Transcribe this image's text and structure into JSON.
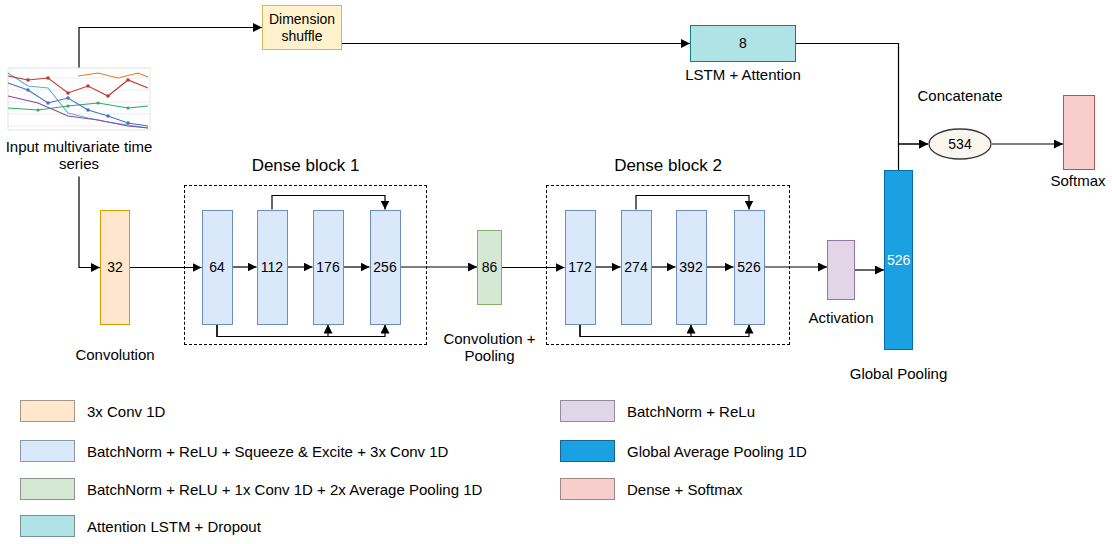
{
  "diagram": {
    "nodes": [
      {
        "text": [
          "Input multivariate time series"
        ]
      },
      {
        "text": [
          "Dimension shuffle"
        ]
      },
      {
        "text": [
          "8",
          "LSTM + Attention"
        ]
      },
      {
        "text": [
          "Concatenate",
          "534"
        ]
      },
      {
        "text": [
          "Softmax"
        ]
      },
      {
        "text": [
          "32",
          "Convolution"
        ]
      },
      {
        "text": [
          "Dense block 1"
        ]
      },
      {
        "text": [
          "64"
        ],
        "in": 6
      },
      {
        "text": [
          "112"
        ],
        "in": 6
      },
      {
        "text": [
          "176"
        ],
        "in": 6
      },
      {
        "text": [
          "256"
        ],
        "in": 6
      },
      {
        "text": [
          "86",
          "Convolution + Pooling"
        ]
      },
      {
        "text": [
          "Dense block 2"
        ]
      },
      {
        "text": [
          "172"
        ],
        "in": 12
      },
      {
        "text": [
          "274"
        ],
        "in": 12
      },
      {
        "text": [
          "392"
        ],
        "in": 12
      },
      {
        "text": [
          "526"
        ],
        "in": 12
      },
      {
        "text": [
          "Activation"
        ]
      },
      {
        "text": [
          "526",
          "Global Pooling"
        ]
      }
    ],
    "edges": [
      {
        "from": 0,
        "to": 1,
        "arrow": "to"
      },
      {
        "from": 1,
        "to": 2,
        "arrow": "to"
      },
      {
        "from": 2,
        "to": 3,
        "arrow": "to"
      },
      {
        "from": 18,
        "to": 3,
        "arrow": "to"
      },
      {
        "from": 3,
        "to": 4,
        "arrow": "to"
      },
      {
        "from": 0,
        "to": 5,
        "arrow": "to"
      },
      {
        "from": 5,
        "to": 7,
        "arrow": "to"
      },
      {
        "from": 7,
        "to": 8,
        "arrow": "to"
      },
      {
        "from": 8,
        "to": 9,
        "arrow": "to"
      },
      {
        "from": 9,
        "to": 10,
        "arrow": "to"
      },
      {
        "from": 7,
        "to": 9,
        "arrow": "to"
      },
      {
        "from": 7,
        "to": 10,
        "arrow": "to"
      },
      {
        "from": 8,
        "to": 10,
        "arrow": "to"
      },
      {
        "from": 10,
        "to": 11,
        "arrow": "to"
      },
      {
        "from": 11,
        "to": 13,
        "arrow": "to"
      },
      {
        "from": 13,
        "to": 14,
        "arrow": "to"
      },
      {
        "from": 14,
        "to": 15,
        "arrow": "to"
      },
      {
        "from": 15,
        "to": 16,
        "arrow": "to"
      },
      {
        "from": 13,
        "to": 15,
        "arrow": "to"
      },
      {
        "from": 13,
        "to": 16,
        "arrow": "to"
      },
      {
        "from": 14,
        "to": 16,
        "arrow": "to"
      },
      {
        "from": 16,
        "to": 17,
        "arrow": "to"
      },
      {
        "from": 17,
        "to": 18,
        "arrow": "to"
      }
    ],
    "legend": [
      {
        "text": "3x Conv 1D",
        "color": "#ffe6cc"
      },
      {
        "text": "BatchNorm + ReLU + Squeeze & Excite + 3x Conv 1D",
        "color": "#dae8fc"
      },
      {
        "text": "BatchNorm + ReLU + 1x Conv 1D + 2x Average Pooling 1D",
        "color": "#d5e8d4"
      },
      {
        "text": "Attention LSTM + Dropout",
        "color": "#b0e3e6"
      },
      {
        "text": "BatchNorm + ReLu",
        "color": "#e1d5e7"
      },
      {
        "text": "Global Average Pooling 1D",
        "color": "#1ba1e2"
      },
      {
        "text": "Dense + Softmax",
        "color": "#f8cecc"
      }
    ]
  }
}
